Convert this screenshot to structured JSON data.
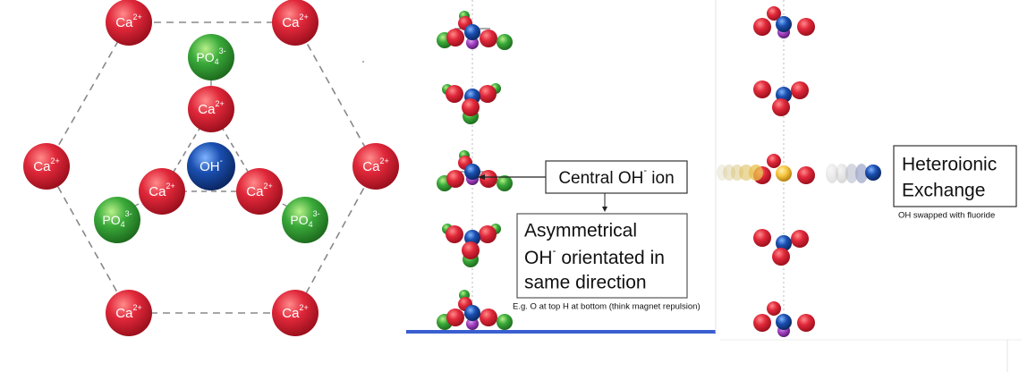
{
  "left_panel": {
    "outer_ring": [
      {
        "ion": "Ca",
        "charge": "2+"
      },
      {
        "ion": "Ca",
        "charge": "2+"
      },
      {
        "ion": "Ca",
        "charge": "2+"
      },
      {
        "ion": "Ca",
        "charge": "2+"
      },
      {
        "ion": "Ca",
        "charge": "2+"
      },
      {
        "ion": "Ca",
        "charge": "2+"
      }
    ],
    "inner_triangle": [
      {
        "ion": "Ca",
        "charge": "2+"
      },
      {
        "ion": "Ca",
        "charge": "2+"
      },
      {
        "ion": "Ca",
        "charge": "2+"
      }
    ],
    "phosphates": [
      {
        "ion": "PO",
        "sub": "4",
        "charge": "3-"
      },
      {
        "ion": "PO",
        "sub": "4",
        "charge": "3-"
      },
      {
        "ion": "PO",
        "sub": "4",
        "charge": "3-"
      }
    ],
    "hydroxide": {
      "ion": "OH",
      "charge": "-"
    }
  },
  "middle_panel": {
    "central_label": {
      "text_a": "Central OH",
      "sup": "-",
      "text_b": " ion"
    },
    "asym_label": {
      "line1": "Asymmetrical",
      "line2_a": "OH",
      "line2_sup": "-",
      "line2_b": " orientated in",
      "line3": "same direction"
    },
    "example_note": "E.g. O at top H at bottom (think magnet repulsion)"
  },
  "right_panel": {
    "exchange_label": {
      "line1": "Heteroionic",
      "line2": "Exchange"
    },
    "exchange_note": "OH swapped with fluoride"
  },
  "colors": {
    "calcium": "#e0283a",
    "phosphate": "#3aaa3a",
    "hydroxide": "#1a4fb0",
    "fluoride": "#f5c33b",
    "accent_line": "#3a5fd0",
    "hexagon_line": "#888888"
  }
}
